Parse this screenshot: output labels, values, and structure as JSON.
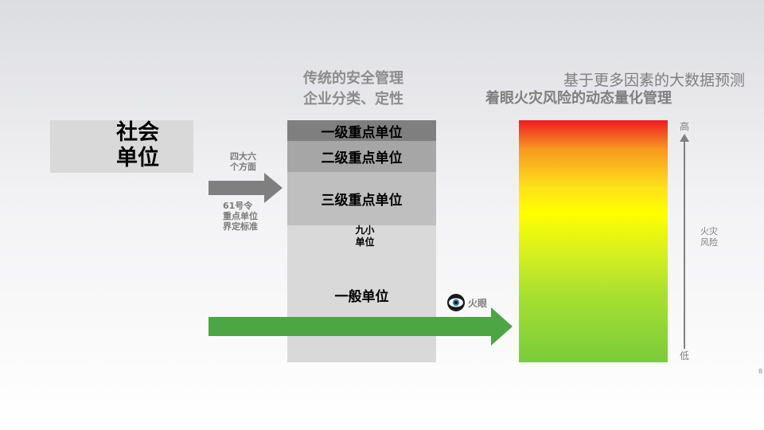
{
  "slide": {
    "social_unit": "社会\n单位",
    "arrow_label_top": "四大六个方面",
    "arrow_label_bottom": "61号令重点单位 界定标准",
    "traditional_title": "传统的安全管理 企业分类、定性",
    "levels": [
      {
        "label": "一级重点单位",
        "color": "#7f7f7f"
      },
      {
        "label": "二级重点单位",
        "color": "#a6a6a6"
      },
      {
        "label": "三级重点单位",
        "color": "#bfbfbf"
      }
    ],
    "nine_small": "九小\n单位",
    "general_unit": "一般单位",
    "bigdata_title": "基于更多因素的大数据预测",
    "focus_title": "着眼火灾风险的动态量化管理",
    "eye_label": "火眼",
    "scale_high": "高",
    "scale_low": "低",
    "fire_risk": "火灾风险",
    "page_number": "8",
    "icons": [
      "eye-icon",
      "grey-arrow",
      "green-arrow",
      "up-arrow"
    ],
    "colors": {
      "green_arrow": "#4ca644",
      "grey_arrow": "#7f7f7f",
      "risk_top": "#ed1c24",
      "risk_mid": "#ffff00",
      "risk_bottom": "#7acc3c"
    }
  }
}
